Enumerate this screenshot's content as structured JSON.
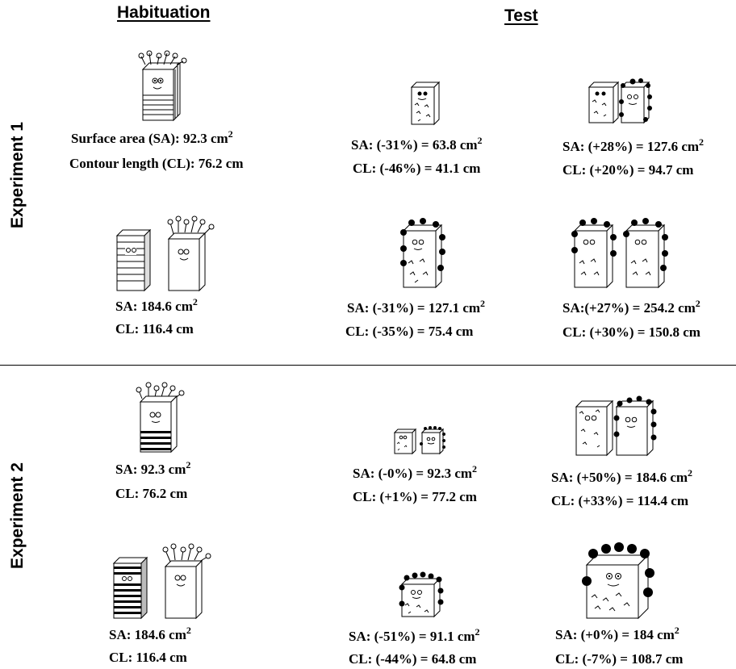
{
  "headers": {
    "habituation": "Habituation",
    "test": "Test"
  },
  "experiments": [
    {
      "label": "Experiment 1",
      "rows": [
        {
          "habituation": {
            "sa": "Surface area (SA): 92.3 cm",
            "cl": "Contour length (CL): 76.2 cm"
          },
          "test": [
            {
              "sa": "SA: (-31%) = 63.8 cm",
              "cl": "CL: (-46%) = 41.1 cm"
            },
            {
              "sa": "SA: (+28%) = 127.6 cm",
              "cl": "CL: (+20%) = 94.7 cm"
            }
          ]
        },
        {
          "habituation": {
            "sa": "SA: 184.6 cm",
            "cl": "CL: 116.4 cm"
          },
          "test": [
            {
              "sa": "SA: (-31%) = 127.1 cm",
              "cl": "CL: (-35%) =  75.4 cm"
            },
            {
              "sa": "SA:(+27%) =  254.2 cm",
              "cl": "CL: (+30%) = 150.8 cm"
            }
          ]
        }
      ]
    },
    {
      "label": "Experiment 2",
      "rows": [
        {
          "habituation": {
            "sa": "SA: 92.3  cm",
            "cl": "CL: 76.2  cm"
          },
          "test": [
            {
              "sa": "SA: (-0%) = 92.3 cm",
              "cl": "CL: (+1%) = 77.2 cm"
            },
            {
              "sa": "SA: (+50%) = 184.6 cm",
              "cl": "CL: (+33%) = 114.4 cm"
            }
          ]
        },
        {
          "habituation": {
            "sa": "SA: 184.6 cm",
            "cl": "CL: 116.4 cm"
          },
          "test": [
            {
              "sa": "SA: (-51%) = 91.1 cm",
              "cl": "CL: (-44%) = 64.8 cm"
            },
            {
              "sa": "SA: (+0%) = 184 cm",
              "cl": "CL: (-7%) = 108.7 cm"
            }
          ]
        }
      ]
    }
  ],
  "area_unit_superscript": "2"
}
